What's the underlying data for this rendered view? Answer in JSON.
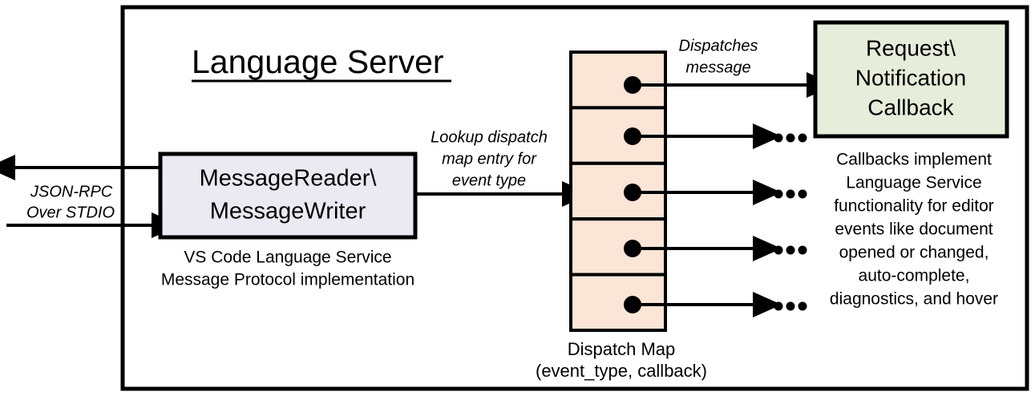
{
  "diagram": {
    "title": "Language Server",
    "type": "architecture-flow",
    "colors": {
      "background": "#ffffff",
      "outline": "#000000",
      "message_reader_fill": "#ebe9f2",
      "dispatch_map_fill": "#fbe5d6",
      "callback_fill": "#e6edda"
    }
  },
  "external": {
    "channel_label_line1": "JSON-RPC",
    "channel_label_line2": "Over STDIO",
    "outbound_arrow": "outbound-arrow-left",
    "inbound_arrow": "inbound-arrow-right"
  },
  "message_reader": {
    "line1": "MessageReader\\",
    "line2": "MessageWriter",
    "caption_line1": "VS Code Language Service",
    "caption_line2": "Message Protocol implementation"
  },
  "lookup_edge": {
    "label_line1": "Lookup dispatch",
    "label_line2": "map entry for",
    "label_line3": "event type"
  },
  "dispatch_map": {
    "caption_line1": "Dispatch Map",
    "caption_line2": "(event_type, callback)",
    "row_count": 5,
    "rows": [
      {
        "index": 1,
        "has_dot": true,
        "target": "callback-box"
      },
      {
        "index": 2,
        "has_dot": true,
        "target": "ellipsis"
      },
      {
        "index": 3,
        "has_dot": true,
        "target": "ellipsis"
      },
      {
        "index": 4,
        "has_dot": true,
        "target": "ellipsis"
      },
      {
        "index": 5,
        "has_dot": true,
        "target": "ellipsis"
      }
    ],
    "ellipsis_text": "..."
  },
  "dispatch_edge": {
    "label_line1": "Dispatches",
    "label_line2": "message"
  },
  "callback_box": {
    "line1": "Request\\",
    "line2": "Notification",
    "line3": "Callback",
    "caption_lines": [
      "Callbacks implement",
      "Language Service",
      "functionality for editor",
      "events like document",
      "opened or changed,",
      "auto-complete,",
      "diagnostics, and hover"
    ]
  }
}
